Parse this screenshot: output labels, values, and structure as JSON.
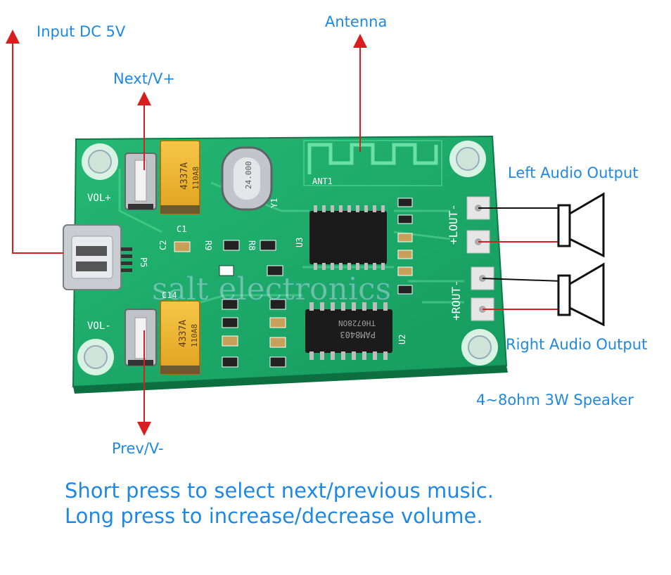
{
  "labels": {
    "input_dc": "Input DC 5V",
    "next": "Next/V+",
    "prev": "Prev/V-",
    "antenna": "Antenna",
    "left_out": "Left Audio Output",
    "right_out": "Right Audio Output",
    "speaker": "4~8ohm 3W Speaker"
  },
  "instructions": {
    "line1": "Short press to select next/previous music.",
    "line2": "Long press to increase/decrease volume."
  },
  "board": {
    "vol_plus": "VOL+",
    "vol_minus": "VOL-",
    "ant": "ANT1",
    "lout": "+LOUT-",
    "rout": "+ROUT-",
    "cap1": "4337A",
    "cap1_code": "110A8",
    "cap2": "4337A",
    "cap2_code": "110A8",
    "crystal": "24.000",
    "chip_u2": "PAM8403",
    "chip_u2_code": "TH0728ON",
    "c1": "C1",
    "c2": "C2",
    "c14": "C14",
    "p5": "P5",
    "u2": "U2",
    "u3": "U3",
    "y1": "Y1",
    "r9": "R9",
    "r8": "R8",
    "watermark": "salt electronics"
  },
  "colors": {
    "pcb": "#1fae6e",
    "label": "#1e88e5",
    "arrow": "#d81e1e"
  }
}
